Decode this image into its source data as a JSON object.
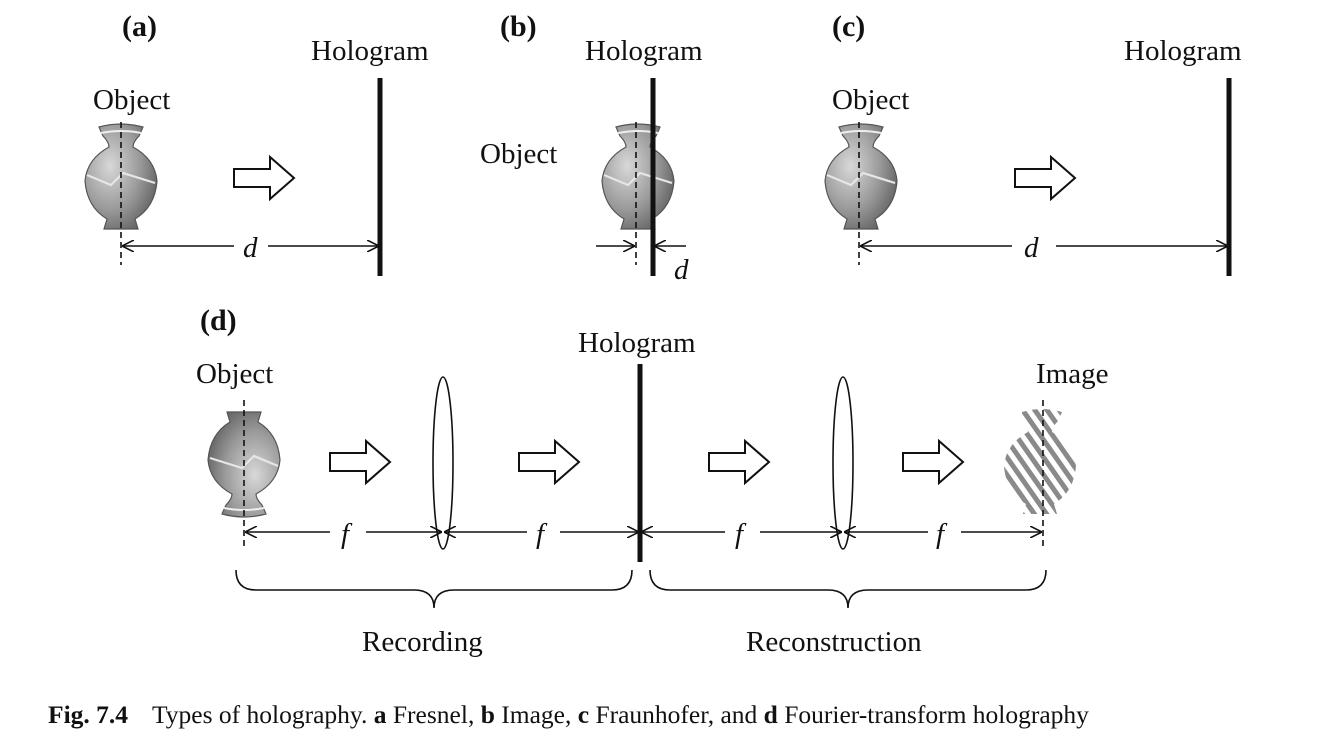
{
  "panels": {
    "a": {
      "label": "(a)",
      "object": "Object",
      "hologram": "Hologram",
      "distance": "d"
    },
    "b": {
      "label": "(b)",
      "object": "Object",
      "hologram": "Hologram",
      "distance": "d"
    },
    "c": {
      "label": "(c)",
      "object": "Object",
      "hologram": "Hologram",
      "distance": "d"
    },
    "d": {
      "label": "(d)",
      "object": "Object",
      "hologram": "Hologram",
      "image": "Image",
      "focal": "f",
      "recording": "Recording",
      "reconstruction": "Reconstruction"
    }
  },
  "caption": {
    "fig_label": "Fig. 7.4",
    "intro": "Types of holography.",
    "items": [
      {
        "key": "a",
        "text": "Fresnel,"
      },
      {
        "key": "b",
        "text": "Image,"
      },
      {
        "key": "c",
        "text": "Fraunhofer, and"
      },
      {
        "key": "d",
        "text": "Fourier-transform holography"
      }
    ]
  },
  "colors": {
    "line": "#111111",
    "vase_light": "#c4c4c4",
    "vase_dark": "#6a6a6a"
  }
}
